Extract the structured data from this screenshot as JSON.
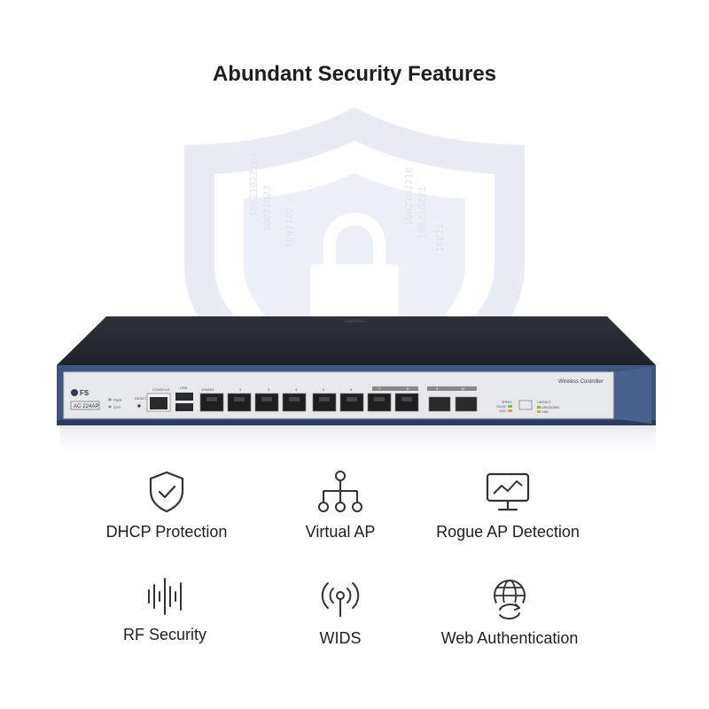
{
  "header": {
    "title": "Abundant Security Features"
  },
  "device": {
    "brand": "FS",
    "model": "AC-224AP",
    "product_label": "Wireless Controller",
    "led_labels": [
      "PWR",
      "SYS"
    ],
    "reset_label": "RESET",
    "console_label": "CONSOLE",
    "usb_label": "USB",
    "lan_port_labels": [
      "1/WAN1",
      "2",
      "3",
      "4",
      "5",
      "6",
      "7",
      "8"
    ],
    "sfp_labels": [
      "9",
      "10"
    ],
    "status_labels": [
      "SPEED",
      "10/100",
      "1000",
      "LINK/ACT",
      "LINK/DOWN",
      "LINK"
    ]
  },
  "features": [
    {
      "label": "DHCP Protection",
      "icon": "shield-check-icon"
    },
    {
      "label": "Virtual AP",
      "icon": "network-tree-icon"
    },
    {
      "label": "Rogue AP Detection",
      "icon": "monitor-chart-icon"
    },
    {
      "label": "RF Security",
      "icon": "sound-wave-icon"
    },
    {
      "label": "WIDS",
      "icon": "wireless-signal-icon"
    },
    {
      "label": "Web Authentication",
      "icon": "globe-refresh-icon"
    }
  ]
}
